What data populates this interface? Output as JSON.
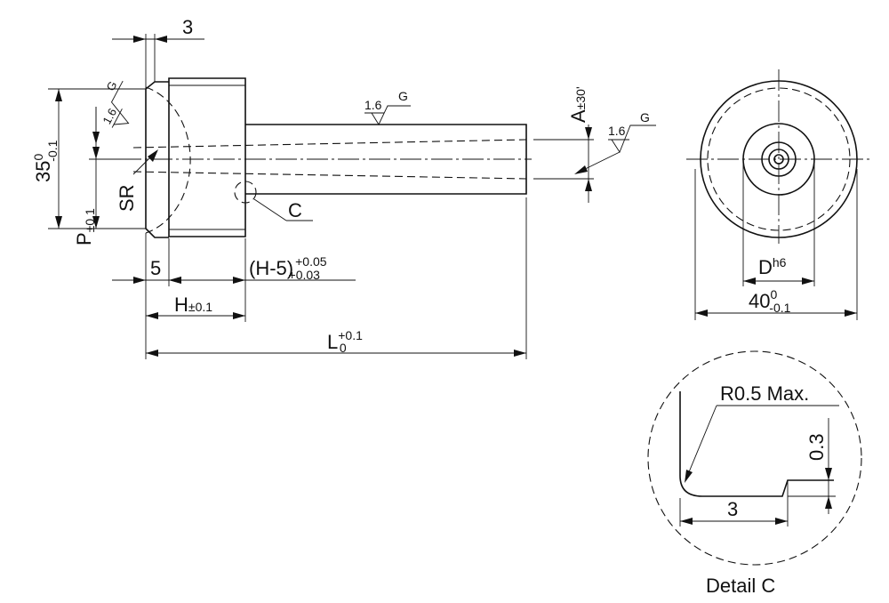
{
  "dimensions": {
    "collar_thickness": "3",
    "diameter_35": "35",
    "diameter_35_tol_upper": "0",
    "diameter_35_tol_lower": "-0.1",
    "p_label": "P",
    "p_tol": "±0.1",
    "sr_label": "SR",
    "five": "5",
    "h_minus_5": "(H-5)",
    "h_minus_5_tol_upper": "+0.05",
    "h_minus_5_tol_lower": "+0.03",
    "h_label": "H",
    "h_tol": "±0.1",
    "l_label": "L",
    "l_tol_upper": "+0.1",
    "l_tol_lower": "0",
    "a_label": "A",
    "a_tol": "±30'",
    "d_label": "D",
    "d_tol": "h6",
    "diameter_40": "40",
    "diameter_40_tol_upper": "0",
    "diameter_40_tol_lower": "-0.1"
  },
  "surface_finish": {
    "roughness": "1.6",
    "grade": "G"
  },
  "callouts": {
    "c_label": "C"
  },
  "detail": {
    "radius_note": "R0.5 Max.",
    "step_height": "0.3",
    "width": "3",
    "title": "Detail C"
  }
}
